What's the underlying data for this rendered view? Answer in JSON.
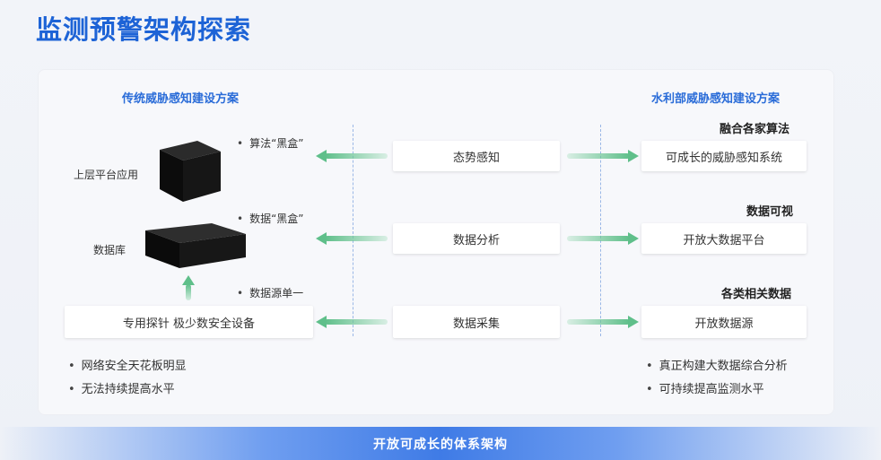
{
  "title": "监测预警架构探索",
  "left": {
    "heading": "传统威胁感知建设方案",
    "layer_app_label": "上层平台应用",
    "layer_db_label": "数据库",
    "algo_note": "算法“黑盒”",
    "data_note": "数据“黑盒”",
    "source_note": "数据源单一",
    "probe_box": "专用探针 极少数安全设备",
    "bullets": [
      "网络安全天花板明显",
      "无法持续提高水平"
    ]
  },
  "center": {
    "items": [
      "态势感知",
      "数据分析",
      "数据采集"
    ]
  },
  "right": {
    "heading": "水利部威胁感知建设方案",
    "groups": [
      {
        "label": "融合各家算法",
        "box": "可成长的威胁感知系统"
      },
      {
        "label": "数据可视",
        "box": "开放大数据平台"
      },
      {
        "label": "各类相关数据",
        "box": "开放数据源"
      }
    ],
    "bullets": [
      "真正构建大数据综合分析",
      "可持续提高监测水平"
    ]
  },
  "footer": "开放可成长的体系架构",
  "colors": {
    "title": "#1d63d6",
    "heading": "#2a6cd8",
    "arrow": "#5fbf8a",
    "footer": "#3f7be6"
  }
}
